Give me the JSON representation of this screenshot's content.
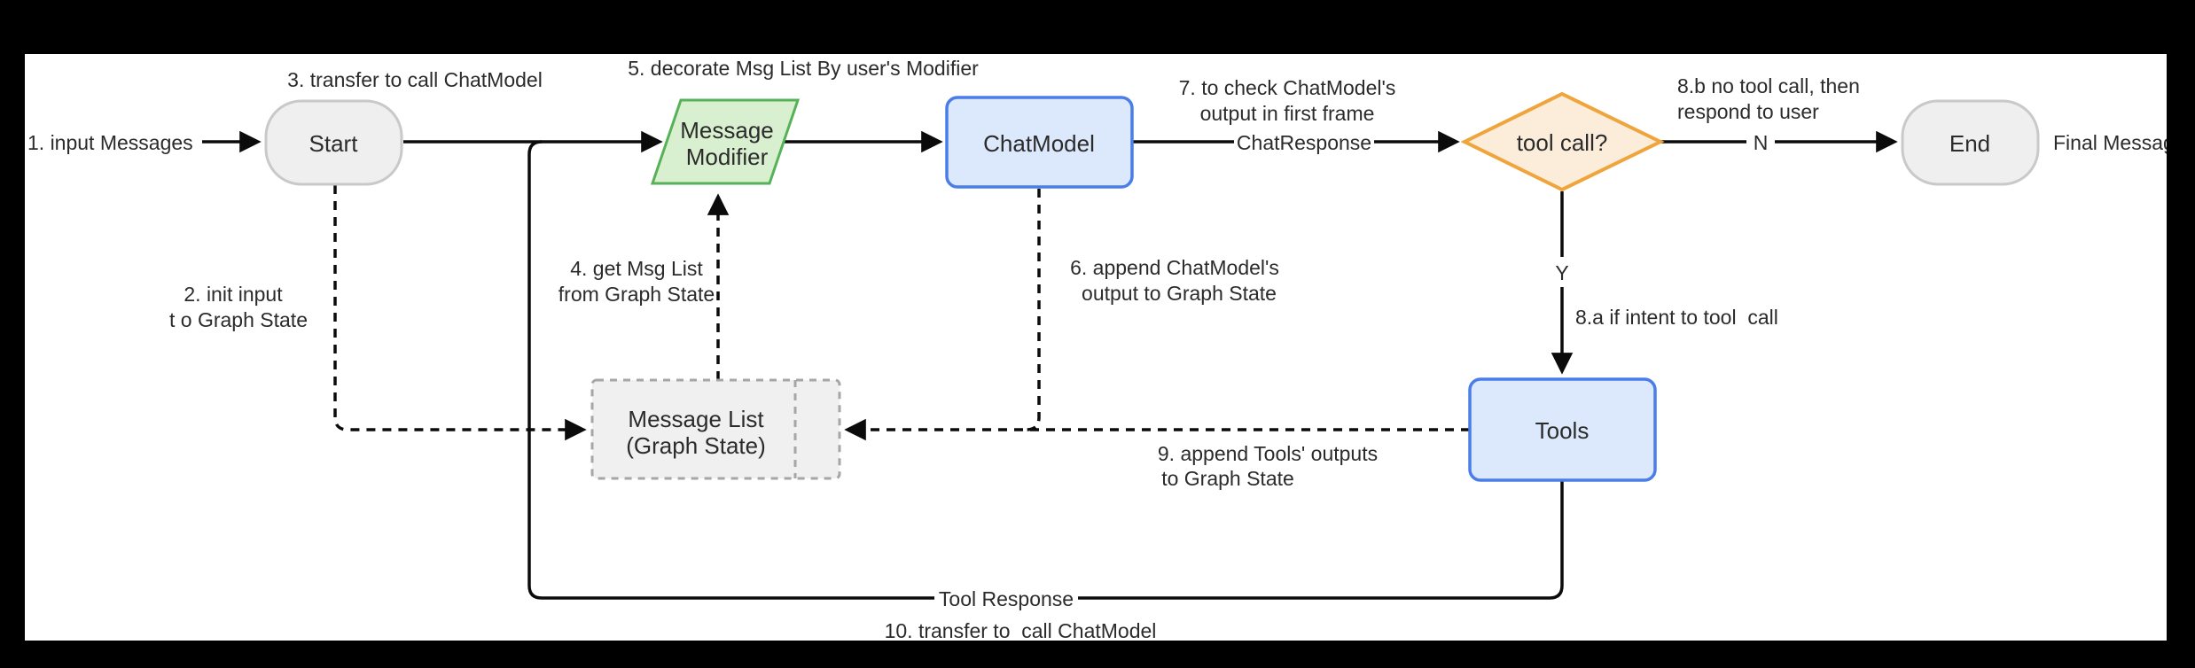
{
  "diagram": {
    "title_semantic": "ChatModel agent flowchart",
    "nodes": {
      "start": {
        "label": "Start",
        "shape": "stadium"
      },
      "message_modifier": {
        "label_line1": "Message",
        "label_line2": "Modifier",
        "shape": "parallelogram"
      },
      "chat_model": {
        "label": "ChatModel",
        "shape": "rounded-rect"
      },
      "tool_call_decision": {
        "label": "tool call?",
        "shape": "diamond"
      },
      "end": {
        "label": "End",
        "shape": "stadium"
      },
      "tools": {
        "label": "Tools",
        "shape": "rounded-rect"
      },
      "message_list": {
        "label_line1": "Message List",
        "label_line2": "(Graph State)",
        "shape": "dashed-subroutine"
      }
    },
    "edge_labels": {
      "chat_response": "ChatResponse",
      "no_branch": "N",
      "yes_branch": "Y",
      "tool_response": "Tool Response"
    },
    "annotations": {
      "step1": "1. input Messages",
      "step2_line1": "2. init input",
      "step2_line2": "t o Graph State",
      "step3": "3. transfer to call ChatModel",
      "step4_line1": "4. get Msg List",
      "step4_line2": "from Graph State",
      "step5": "5. decorate Msg List By user's Modifier",
      "step6_line1": "6. append ChatModel's",
      "step6_line2": "output to Graph State",
      "step7_line1": "7. to check ChatModel's",
      "step7_line2": "output in first frame",
      "step8a": "8.a if intent to tool  call",
      "step8b_line1": "8.b no tool call, then",
      "step8b_line2": "respond to user",
      "step9_line1": "9. append Tools' outputs",
      "step9_line2": "to Graph State",
      "step10": "10. transfer to  call ChatModel",
      "final_message": "Final Message"
    },
    "colors": {
      "page_background": "#000000",
      "canvas_background": "#ffffff",
      "edge_stroke": "#0b0b0b",
      "gray_node_fill": "#efefef",
      "gray_node_stroke": "#c9c9c9",
      "blue_node_fill": "#dce8fb",
      "blue_node_stroke": "#4a7de8",
      "green_node_fill": "#d9f0d0",
      "green_node_stroke": "#57b156",
      "orange_node_fill": "#fbedda",
      "orange_node_stroke": "#f0a43c",
      "dashed_box_fill": "#f0f0f0",
      "dashed_box_stroke": "#a6a6a6",
      "text_color": "#2b2b2b"
    }
  }
}
